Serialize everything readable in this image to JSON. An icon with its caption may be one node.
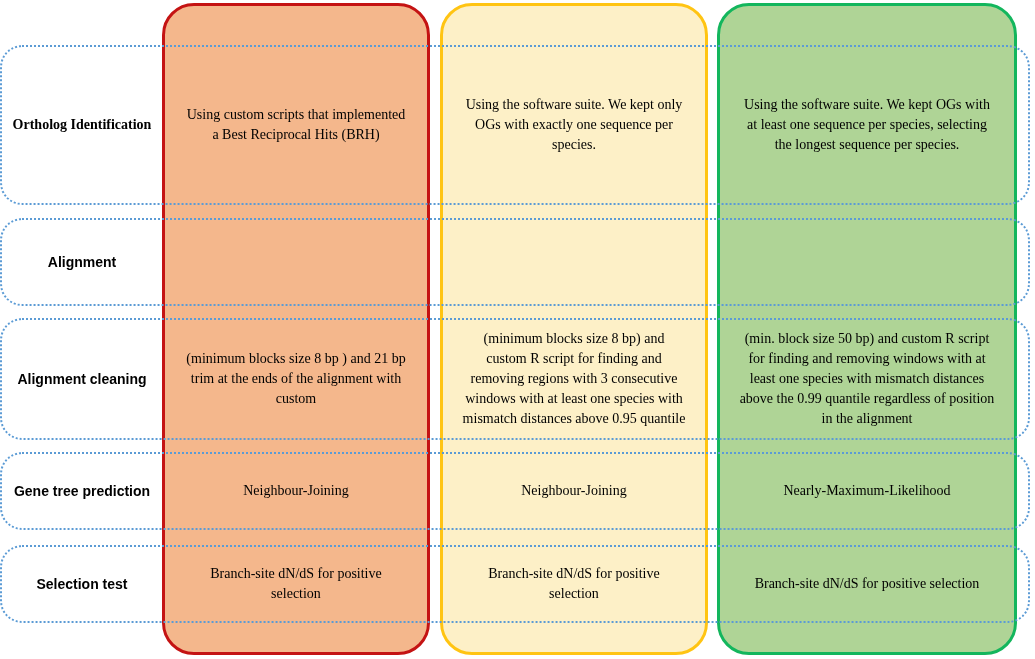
{
  "diagram": {
    "nodes": [
      {
        "text": [
          "Ortholog Identification"
        ]
      },
      {
        "text": [
          "Alignment"
        ]
      },
      {
        "text": [
          "Alignment cleaning"
        ]
      },
      {
        "text": [
          "Gene tree prediction"
        ]
      },
      {
        "text": [
          "Selection test"
        ]
      },
      {
        "text": [],
        "shape": "box"
      },
      {
        "text": [],
        "shape": "box"
      },
      {
        "text": [],
        "shape": "box"
      }
    ],
    "edges": [],
    "labels": [
      "Using custom scripts that implemented a Best Reciprocal Hits (BRH)",
      "Using the software suite. We kept only OGs with exactly one sequence per species.",
      "Using the software suite. We kept OGs with at least one sequence per species, selecting the longest sequence per species.",
      "(minimum blocks size 8 bp ) and 21 bp trim at the ends of the alignment with custom",
      "(minimum blocks size 8 bp) and custom R script for finding and removing regions with 3 consecutive windows with at least one species with mismatch distances above 0.95 quantile",
      "(min. block size 50 bp) and custom R script for finding and removing windows with at least one species with mismatch distances above the 0.99 quantile regardless of position in the alignment",
      "Neighbour-Joining",
      "Neighbour-Joining",
      "Nearly-Maximum-Likelihood",
      "Branch-site dN/dS for positive selection",
      "Branch-site dN/dS for positive selection",
      "Branch-site dN/dS for positive selection"
    ]
  }
}
